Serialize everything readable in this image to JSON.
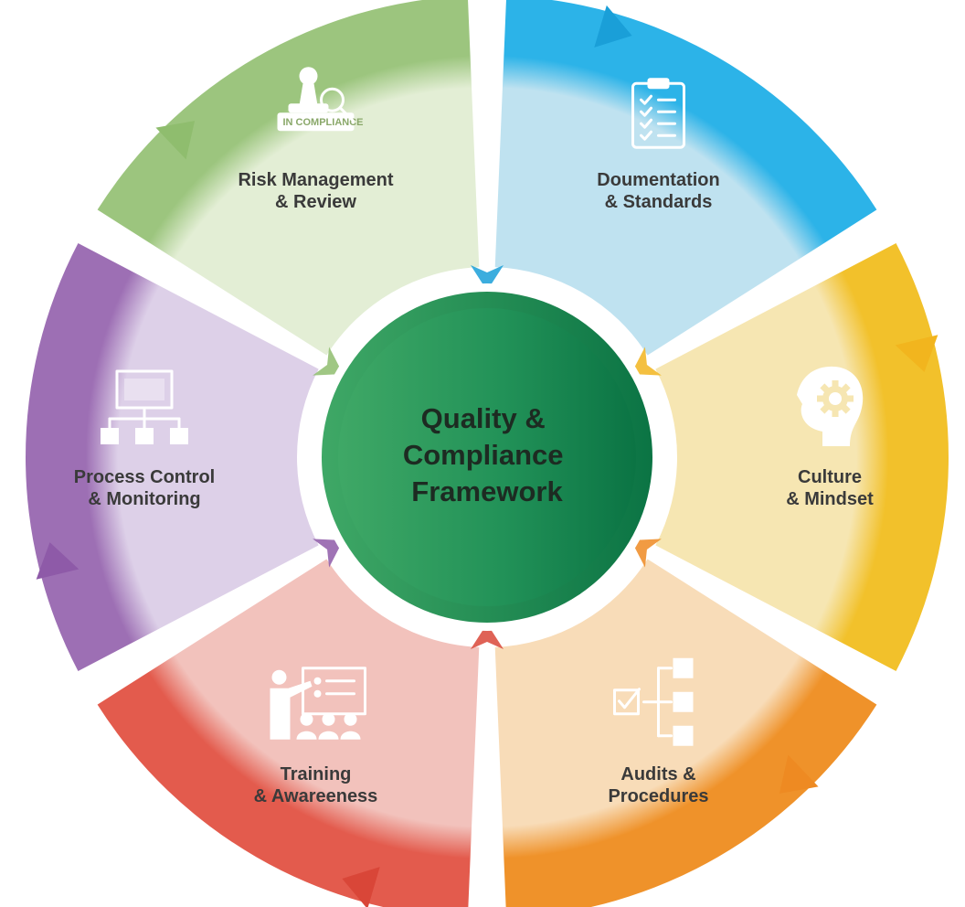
{
  "center": {
    "lines": [
      "Quality &",
      "Compliance",
      "Framework"
    ],
    "color_light": "#3fa866",
    "color_dark": "#0b7444"
  },
  "segments": [
    {
      "id": "documentation",
      "label_lines": [
        "Doumentation",
        "& Standards"
      ],
      "icon": "clipboard-checklist-icon",
      "color_light": "#bfe2f0",
      "color_dark": "#2cb3e8",
      "arrow_color": "#1a9fd8"
    },
    {
      "id": "culture",
      "label_lines": [
        "Culture",
        "& Mindset"
      ],
      "icon": "head-gear-icon",
      "color_light": "#f6e6b2",
      "color_dark": "#f2c12b",
      "arrow_color": "#f2b51e"
    },
    {
      "id": "audits",
      "label_lines": [
        "Audits &",
        "Procedures"
      ],
      "icon": "checkbox-hierarchy-icon",
      "color_light": "#f8dcb8",
      "color_dark": "#ef922a",
      "arrow_color": "#ee8a22"
    },
    {
      "id": "training",
      "label_lines": [
        "Training",
        "& Awareeness"
      ],
      "icon": "presenter-audience-icon",
      "color_light": "#f2c2bc",
      "color_dark": "#e35b4d",
      "arrow_color": "#d94638"
    },
    {
      "id": "process",
      "label_lines": [
        "Process Control",
        "& Monitoring"
      ],
      "icon": "monitor-network-icon",
      "color_light": "#ddd0e8",
      "color_dark": "#9d6fb4",
      "arrow_color": "#8e5aa8"
    },
    {
      "id": "risk",
      "label_lines": [
        "Risk Management",
        "& Review"
      ],
      "icon": "compliance-stamp-icon",
      "stamp_text": "IN COMPLIANCE",
      "color_light": "#e3eed5",
      "color_dark": "#9cc57e",
      "arrow_color": "#8fbd6e"
    }
  ]
}
